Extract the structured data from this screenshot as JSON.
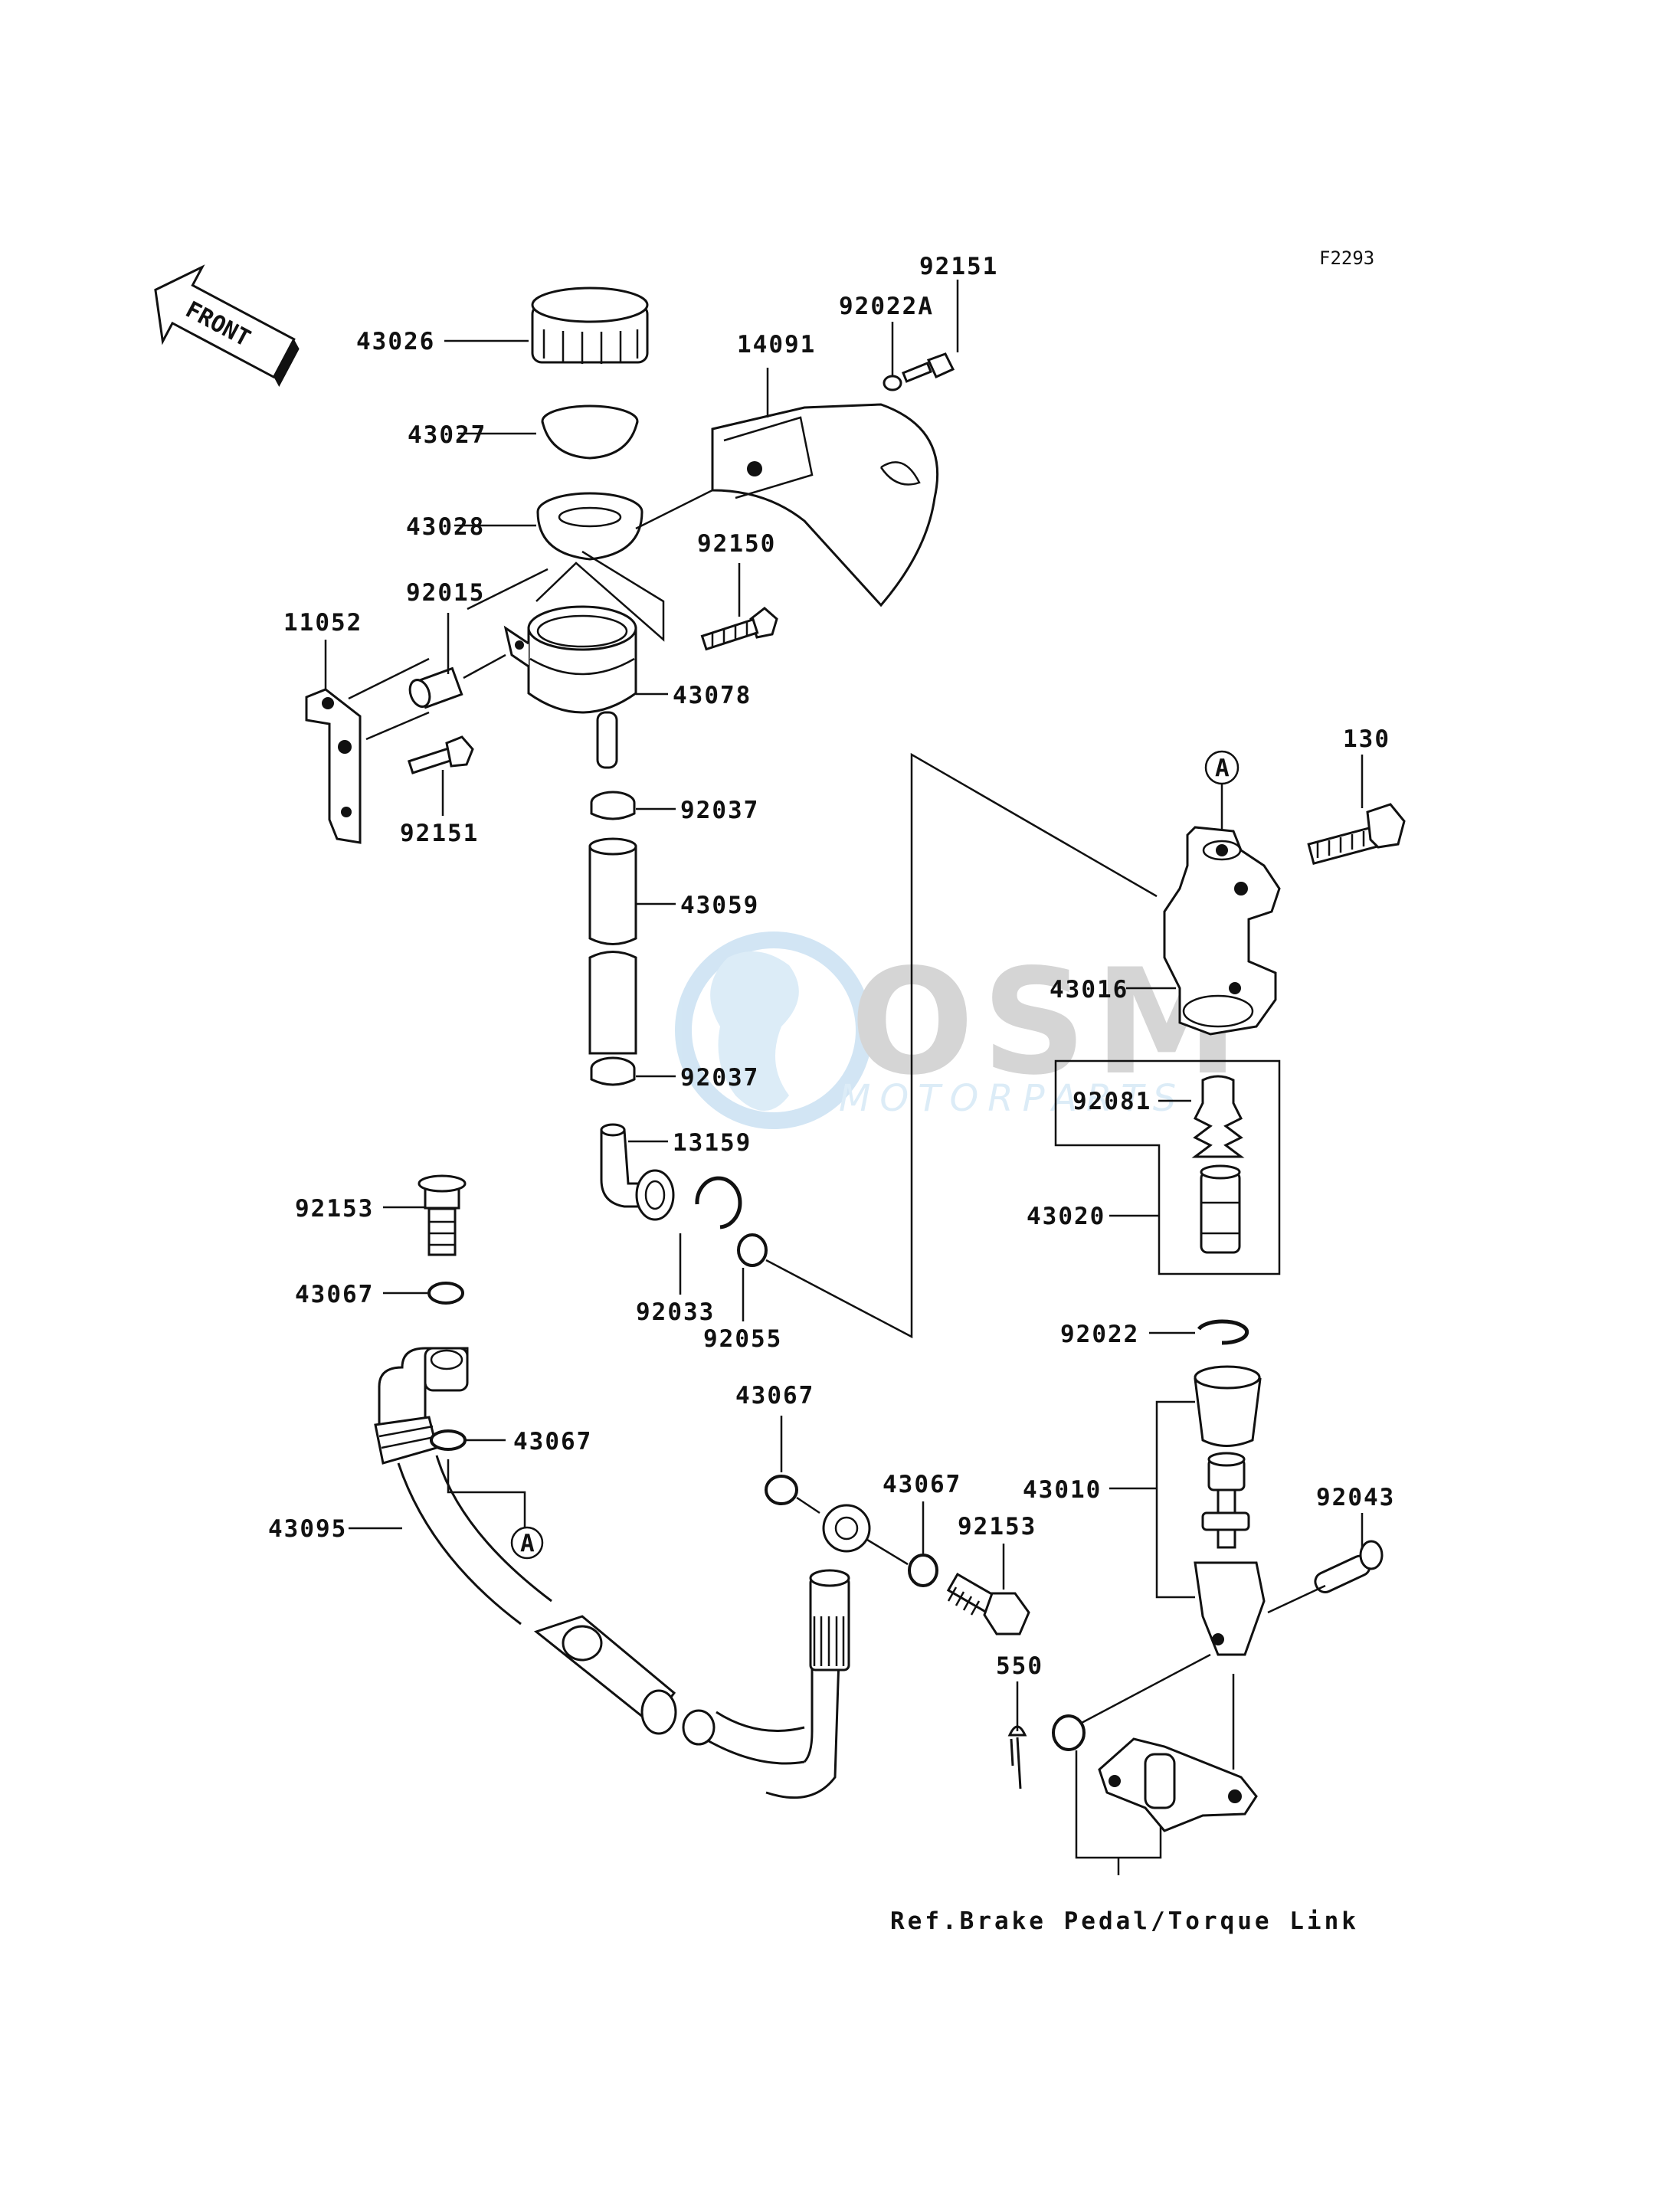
{
  "diagram_code": "F2293",
  "front_label": "FRONT",
  "reference_note": "Ref.Brake Pedal/Torque Link",
  "callout_a": "A",
  "watermark": {
    "brand": "OSM",
    "sub": "MOTORPARTS"
  },
  "parts": {
    "p43026": "43026",
    "p43027": "43027",
    "p43028": "43028",
    "p14091": "14091",
    "p92022A": "92022A",
    "p92151_top": "92151",
    "p92150": "92150",
    "p92015": "92015",
    "p11052": "11052",
    "p43078": "43078",
    "p92151_bottom": "92151",
    "p92037_top": "92037",
    "p43059": "43059",
    "p92037_bottom": "92037",
    "p13159": "13159",
    "p92033": "92033",
    "p92055": "92055",
    "p130": "130",
    "p43016": "43016",
    "p92081": "92081",
    "p43020": "43020",
    "p92022": "92022",
    "p43010": "43010",
    "p92043": "92043",
    "p92153_left": "92153",
    "p43067_upper": "43067",
    "p43067_lower": "43067",
    "p43095": "43095",
    "p43067_mid": "43067",
    "p43067_right": "43067",
    "p92153_right": "92153",
    "p550": "550"
  }
}
